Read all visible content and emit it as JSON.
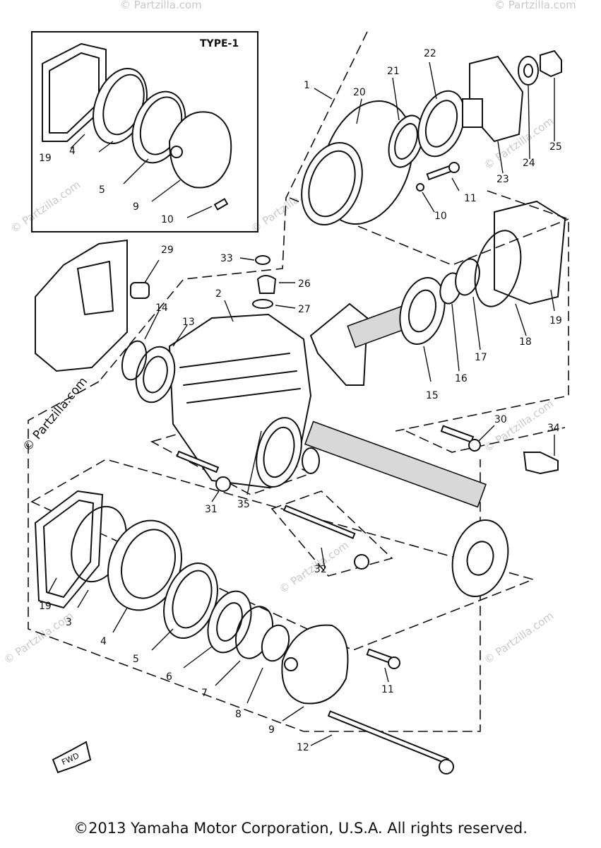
{
  "type_box_label": "TYPE-1",
  "watermark": "© Partzilla.com",
  "fwd_label": "FWD",
  "copyright": "©2013 Yamaha Motor Corporation, U.S.A. All rights reserved.",
  "callouts": {
    "c19a": "19",
    "c4a": "4",
    "c5a": "5",
    "c9a": "9",
    "c10a": "10",
    "c1": "1",
    "c20": "20",
    "c21": "21",
    "c22": "22",
    "c23": "23",
    "c24": "24",
    "c25": "25",
    "c11a": "11",
    "c10b": "10",
    "c29": "29",
    "c33": "33",
    "c26": "26",
    "c27": "27",
    "c2": "2",
    "c14": "14",
    "c13": "13",
    "c19b": "19",
    "c18": "18",
    "c17": "17",
    "c16": "16",
    "c15": "15",
    "c30": "30",
    "c34": "34",
    "c31": "31",
    "c35": "35",
    "c32": "32",
    "c19c": "19",
    "c3": "3",
    "c4b": "4",
    "c5b": "5",
    "c6": "6",
    "c7": "7",
    "c8": "8",
    "c9b": "9",
    "c11b": "11",
    "c12": "12"
  }
}
